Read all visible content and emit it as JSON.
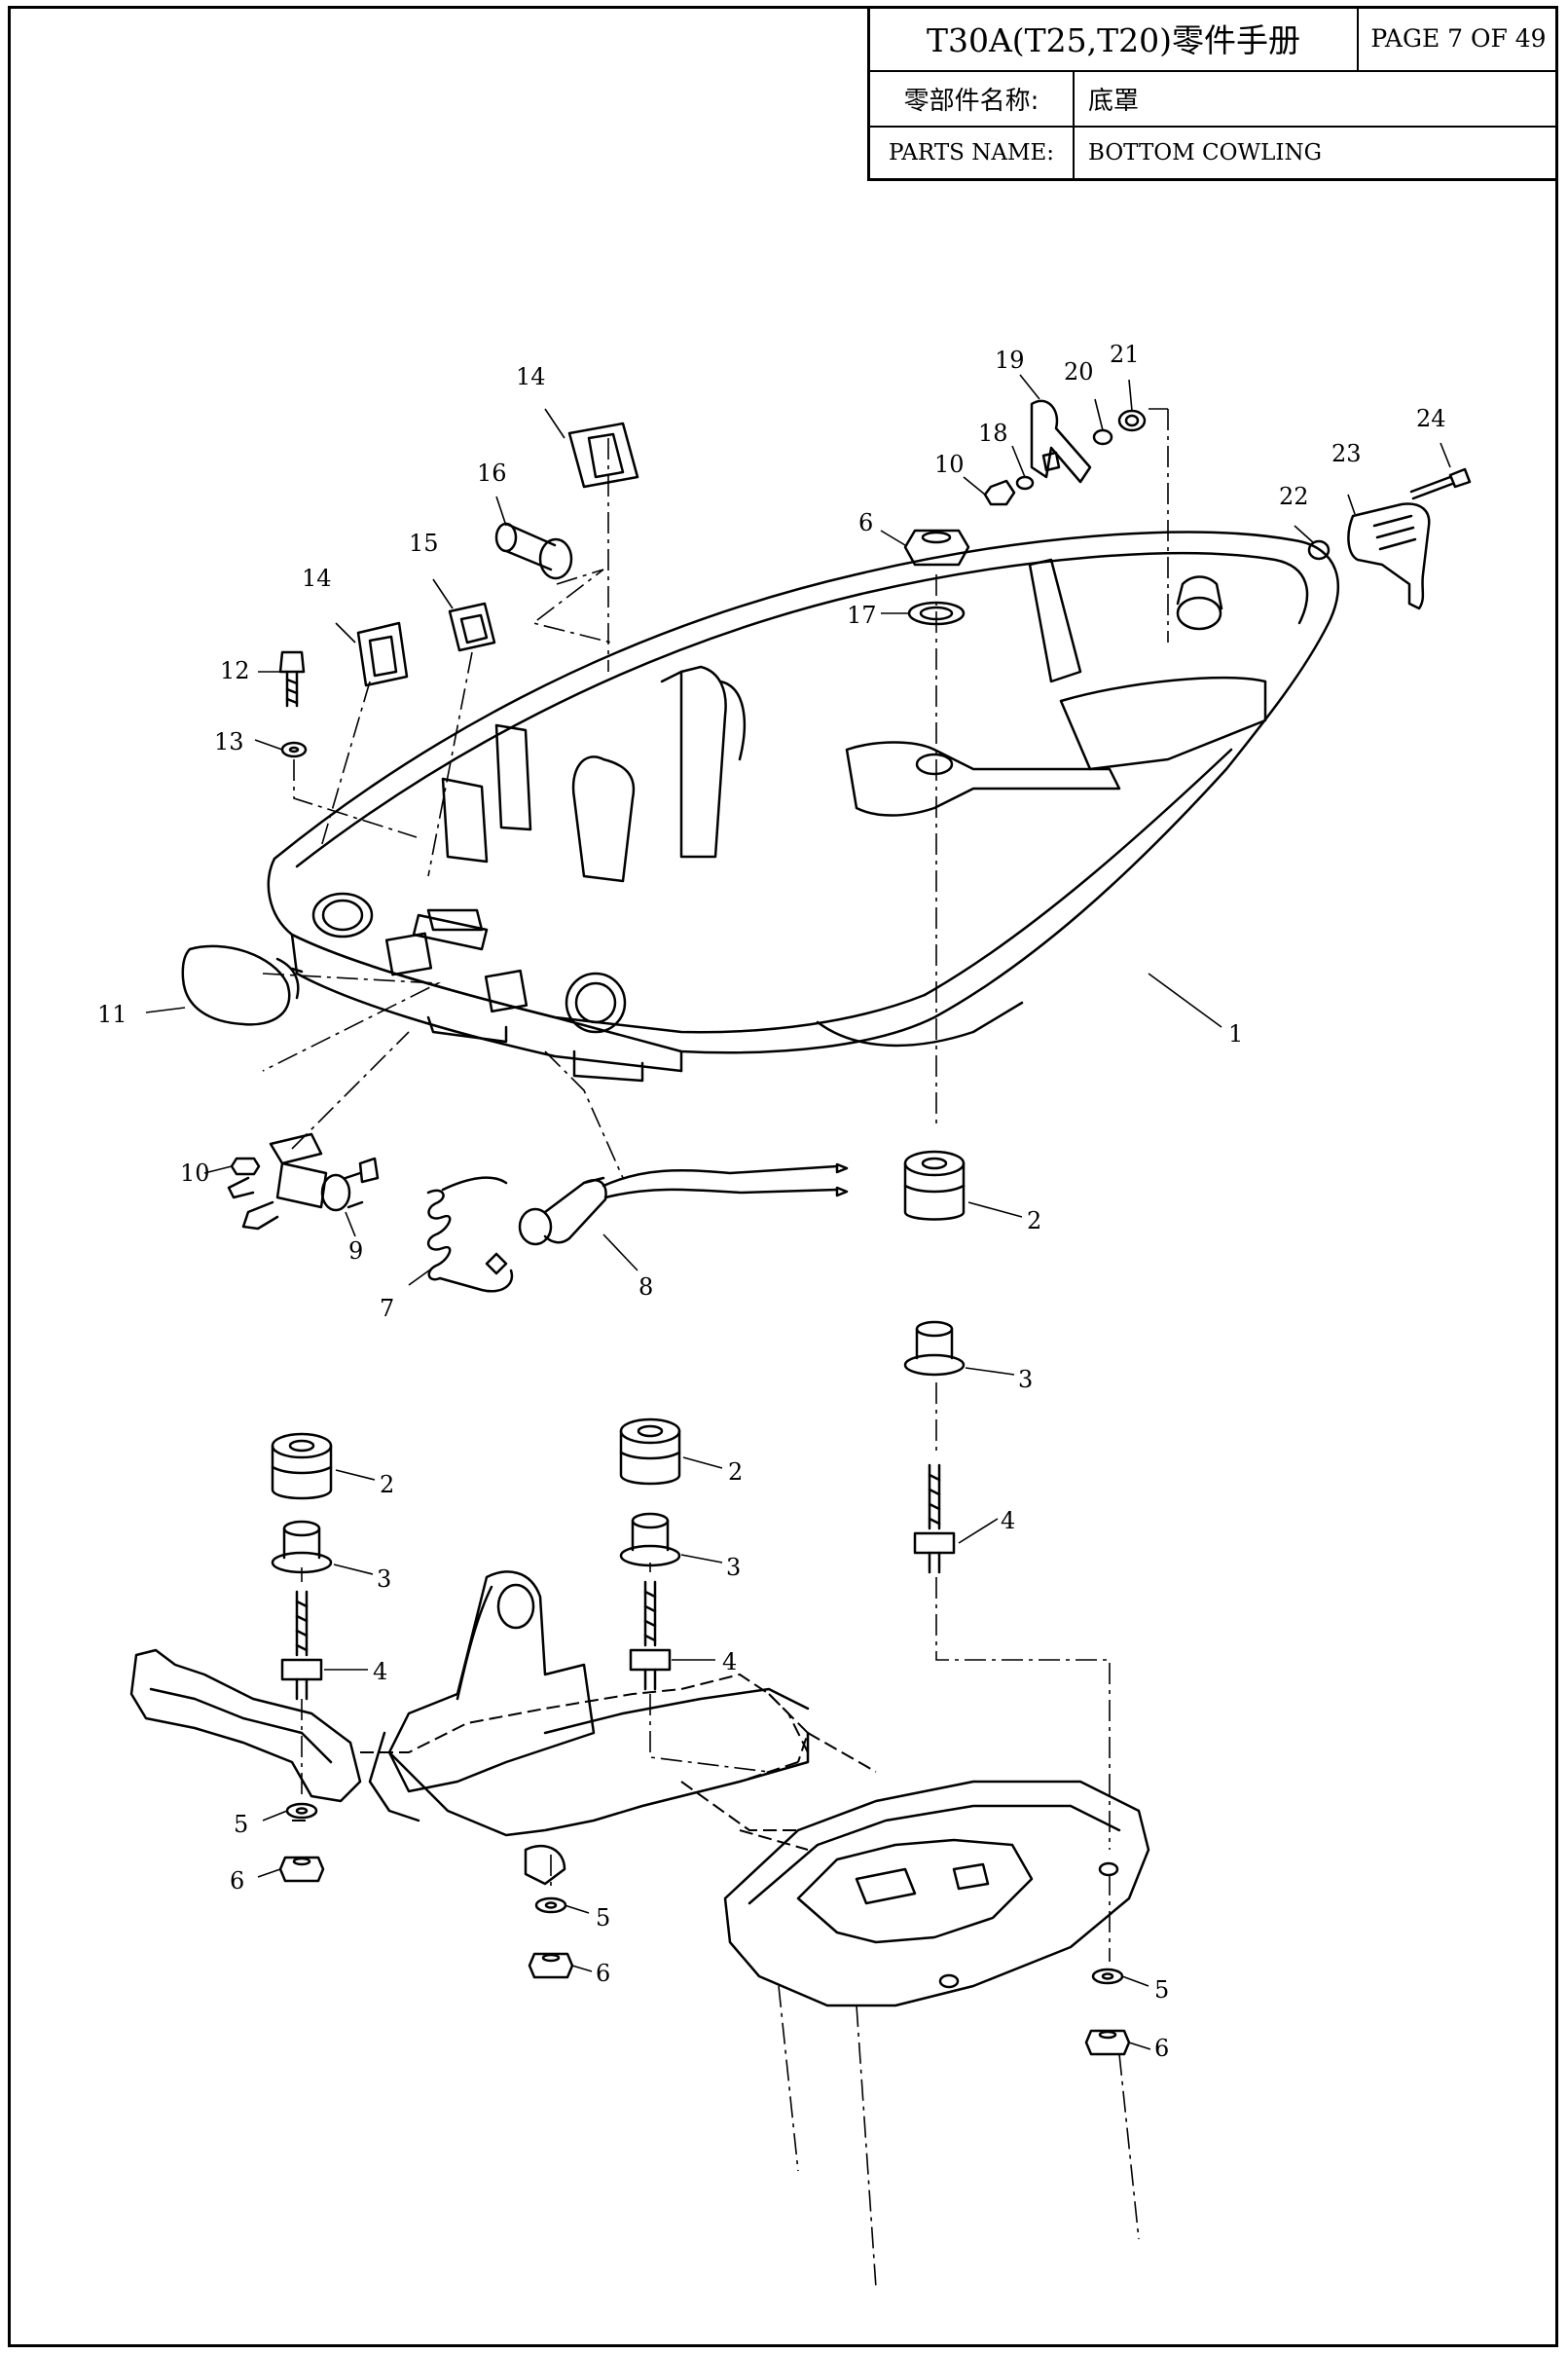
{
  "header": {
    "title": "T30A(T25,T20)零件手册",
    "page": "PAGE 7 OF 49",
    "name_label_cn": "零部件名称:",
    "name_value_cn": "底罩",
    "name_label_en": "PARTS NAME:",
    "name_value_en": "BOTTOM COWLING"
  },
  "callouts": [
    {
      "id": "c1",
      "label": "1"
    },
    {
      "id": "c2a",
      "label": "2"
    },
    {
      "id": "c2b",
      "label": "2"
    },
    {
      "id": "c2c",
      "label": "2"
    },
    {
      "id": "c3a",
      "label": "3"
    },
    {
      "id": "c3b",
      "label": "3"
    },
    {
      "id": "c3c",
      "label": "3"
    },
    {
      "id": "c4a",
      "label": "4"
    },
    {
      "id": "c4b",
      "label": "4"
    },
    {
      "id": "c4c",
      "label": "4"
    },
    {
      "id": "c5a",
      "label": "5"
    },
    {
      "id": "c5b",
      "label": "5"
    },
    {
      "id": "c5c",
      "label": "5"
    },
    {
      "id": "c6a",
      "label": "6"
    },
    {
      "id": "c6b",
      "label": "6"
    },
    {
      "id": "c6c",
      "label": "6"
    },
    {
      "id": "c6d",
      "label": "6"
    },
    {
      "id": "c7",
      "label": "7"
    },
    {
      "id": "c8",
      "label": "8"
    },
    {
      "id": "c9",
      "label": "9"
    },
    {
      "id": "c10a",
      "label": "10"
    },
    {
      "id": "c10b",
      "label": "10"
    },
    {
      "id": "c11",
      "label": "11"
    },
    {
      "id": "c12",
      "label": "12"
    },
    {
      "id": "c13",
      "label": "13"
    },
    {
      "id": "c14a",
      "label": "14"
    },
    {
      "id": "c14b",
      "label": "14"
    },
    {
      "id": "c15",
      "label": "15"
    },
    {
      "id": "c16",
      "label": "16"
    },
    {
      "id": "c17",
      "label": "17"
    },
    {
      "id": "c18",
      "label": "18"
    },
    {
      "id": "c19",
      "label": "19"
    },
    {
      "id": "c20",
      "label": "20"
    },
    {
      "id": "c21",
      "label": "21"
    },
    {
      "id": "c22",
      "label": "22"
    },
    {
      "id": "c23",
      "label": "23"
    },
    {
      "id": "c24",
      "label": "24"
    }
  ]
}
